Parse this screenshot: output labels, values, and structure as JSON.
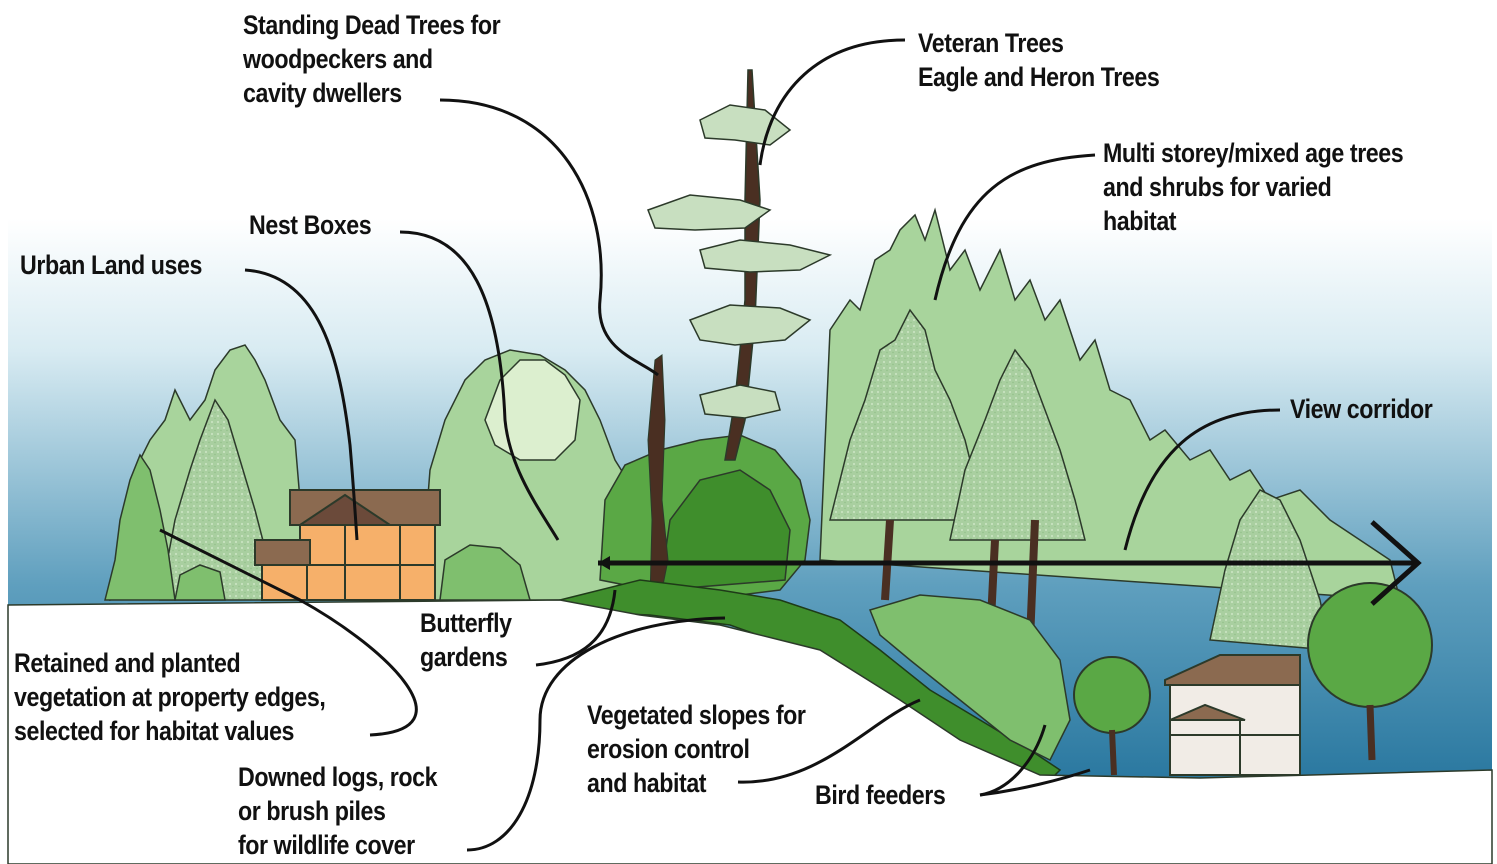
{
  "labels": {
    "standing_dead": [
      "Standing Dead Trees for",
      "woodpeckers and",
      "cavity dwellers"
    ],
    "veteran": [
      "Veteran Trees",
      "Eagle and Heron Trees"
    ],
    "multistorey": [
      "Multi storey/mixed age trees",
      "and shrubs for varied",
      "habitat"
    ],
    "nest_boxes": [
      "Nest Boxes"
    ],
    "urban": [
      "Urban Land uses"
    ],
    "view_corridor": [
      "View corridor"
    ],
    "butterfly": [
      "Butterfly",
      "gardens"
    ],
    "retained": [
      "Retained and planted",
      "vegetation at property edges,",
      "selected for habitat values"
    ],
    "downed_logs": [
      "Downed logs, rock",
      "or brush piles",
      "for wildlife cover"
    ],
    "slopes": [
      "Vegetated slopes for",
      "erosion control",
      "and habitat"
    ],
    "bird_feeders": [
      "Bird feeders"
    ]
  },
  "colors": {
    "sky_top": "#ffffff",
    "sky_bottom": "#2f7fa6",
    "tree_light": "#a9d39d",
    "tree_mid": "#7fbf6e",
    "shrub_dark": "#3f8e2c",
    "trunk": "#4a2f22",
    "house_orange": "#f6b06a",
    "roof_brown": "#8b6a50",
    "ground": "#ffffff"
  }
}
